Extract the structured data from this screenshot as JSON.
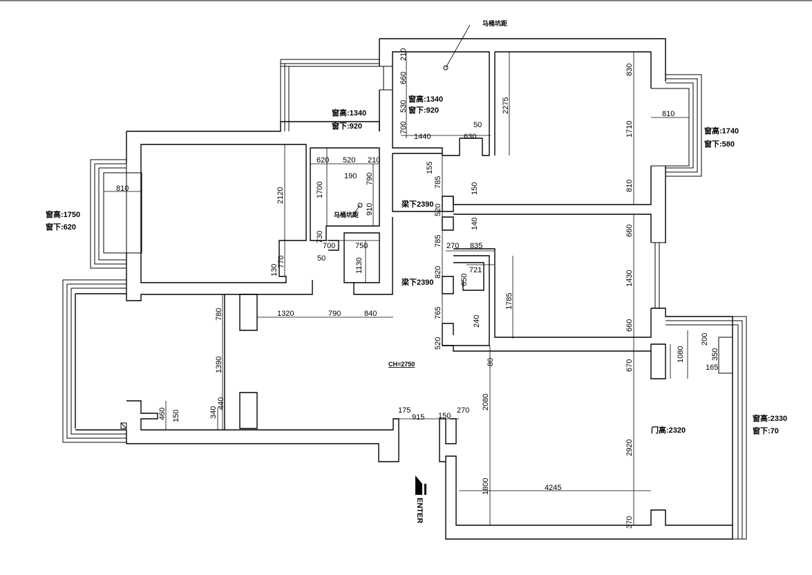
{
  "notes": {
    "toilet_pit_top": "马桶坑距",
    "toilet_pit_left": "马桶坑距",
    "win_a_h": "窗高:1340",
    "win_a_b": "窗下:920",
    "win_b_h": "窗高:1340",
    "win_b_b": "窗下:920",
    "win_c_h": "窗高:1740",
    "win_c_b": "窗下:580",
    "win_d_h": "窗高:1750",
    "win_d_b": "窗下:620",
    "win_e_h": "窗高:2330",
    "win_e_b": "窗下:70",
    "beam_1": "梁下2390",
    "beam_2": "梁下2390",
    "door_h": "门高:2320",
    "ceiling": "CH=2750",
    "enter": "ENTER"
  },
  "dims": {
    "d210a": "210",
    "d660a": "660",
    "d530": "530",
    "d700a": "700",
    "d1440": "1440",
    "d630": "630",
    "d50a": "50",
    "d2275": "2275",
    "d830": "830",
    "d1710": "1710",
    "d810a": "810",
    "d810b": "810",
    "d810c": "810",
    "d620": "620",
    "d520a": "520",
    "d210b": "210",
    "d190": "190",
    "d790a": "790",
    "d1700": "1700",
    "d910": "910",
    "d2120": "2120",
    "d730": "730",
    "d700b": "700",
    "d750": "750",
    "d50b": "50",
    "d770": "770",
    "d130": "130",
    "d1130": "1130",
    "d155": "155",
    "d785a": "785",
    "d150a": "150",
    "d520b": "520",
    "d140": "140",
    "d785b": "785",
    "d270a": "270",
    "d835": "835",
    "d820": "820",
    "d721": "721",
    "d650": "650",
    "d1785": "1785",
    "d765": "765",
    "d240": "240",
    "d520c": "520",
    "d660b": "660",
    "d1430": "1430",
    "d660c": "660",
    "d670": "670",
    "d200": "200",
    "d1080": "1080",
    "d350": "350",
    "d165": "165",
    "d780": "780",
    "d1320": "1320",
    "d790b": "790",
    "d840": "840",
    "d1390": "1390",
    "d80": "80",
    "d2080": "2080",
    "d2920": "2920",
    "d460": "460",
    "d150b": "150",
    "d340": "340",
    "d440": "440",
    "d175": "175",
    "d915": "915",
    "d150c": "150",
    "d270b": "270",
    "d1800": "1800",
    "d4245": "4245",
    "d370": "370"
  }
}
